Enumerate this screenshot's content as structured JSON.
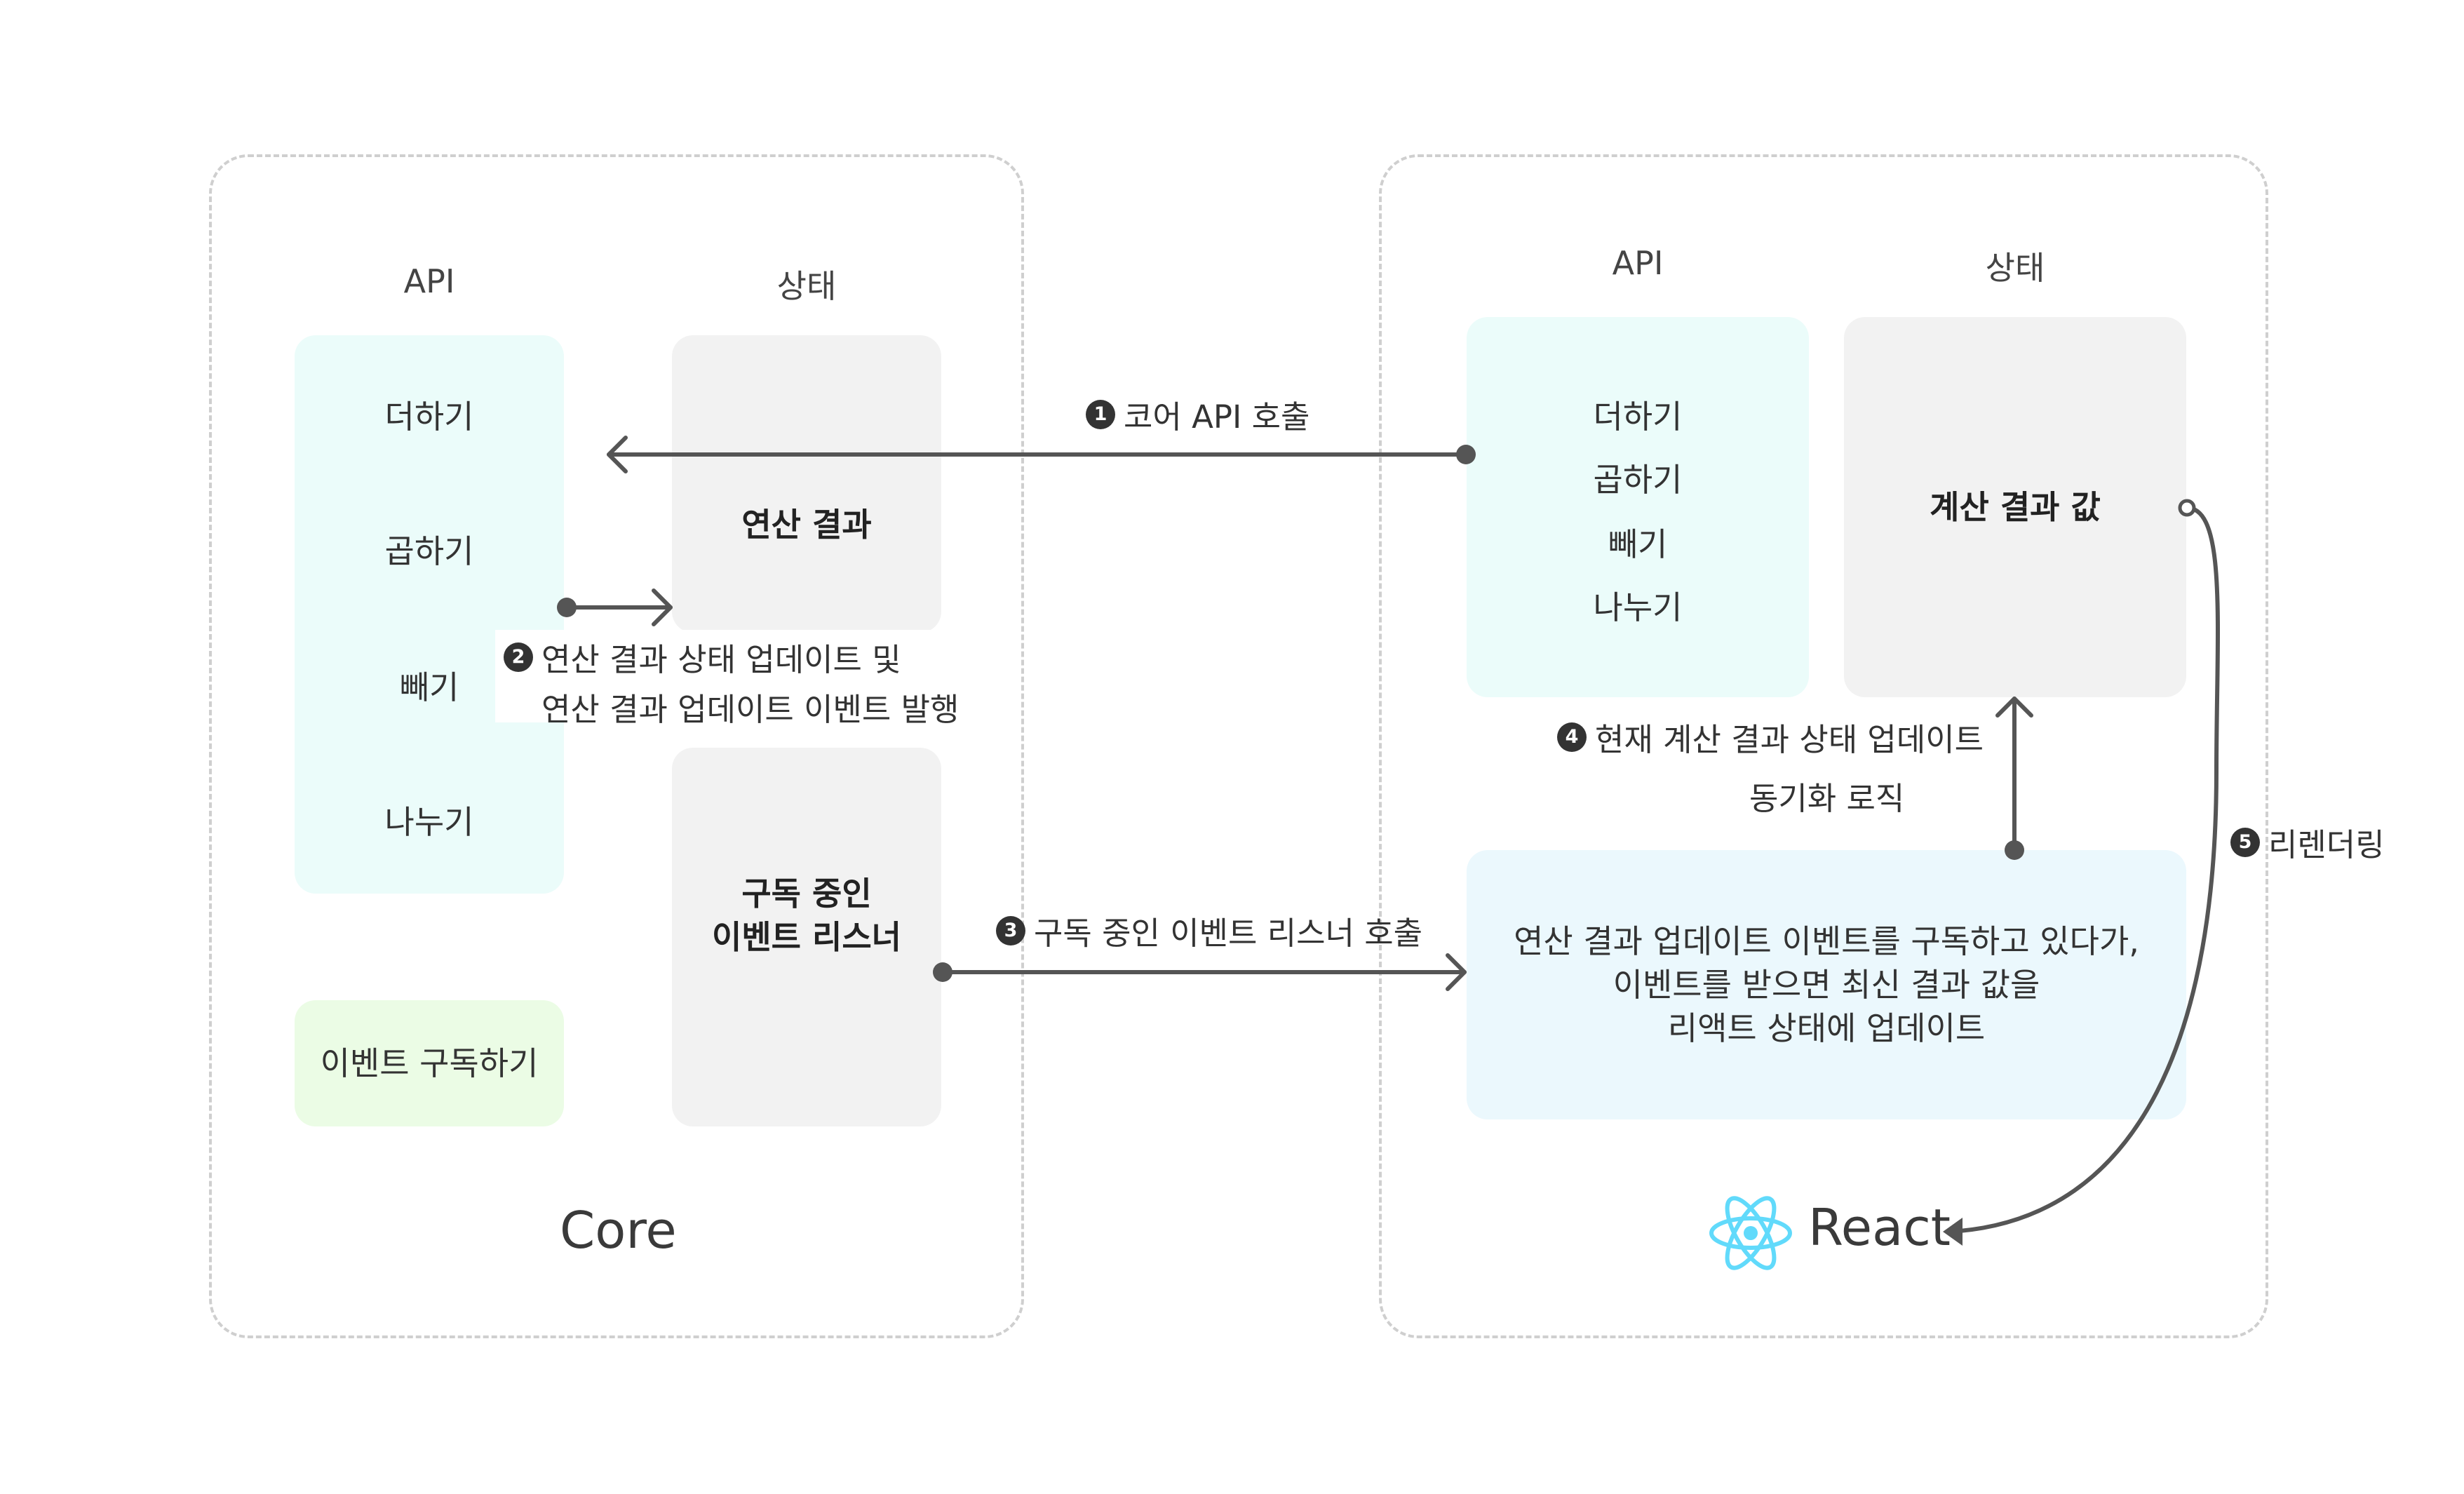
{
  "core": {
    "title": "Core",
    "api_header": "API",
    "state_header": "상태",
    "api_items": [
      "더하기",
      "곱하기",
      "빼기",
      "나누기"
    ],
    "state_result": "연산 결과",
    "listeners_line1": "구독 중인",
    "listeners_line2": "이벤트 리스너",
    "subscribe_box": "이벤트 구독하기"
  },
  "react": {
    "title": "React",
    "api_header": "API",
    "state_header": "상태",
    "api_items": [
      "더하기",
      "곱하기",
      "빼기",
      "나누기"
    ],
    "state_value": "계산 결과 값",
    "sync_label": "동기화 로직",
    "sync_line1": "연산 결과 업데이트 이벤트를 구독하고 있다가,",
    "sync_line2": "이벤트를 받으면 최신 결과 값을",
    "sync_line3": "리액트 상태에 업데이트",
    "logo_icon": "react-logo-icon",
    "logo_color": "#61dafb"
  },
  "steps": [
    {
      "num": "1",
      "text": "코어 API 호출"
    },
    {
      "num": "2",
      "text_line1": "연산 결과 상태 업데이트 및",
      "text_line2": "연산 결과 업데이트 이벤트 발행"
    },
    {
      "num": "3",
      "text": "구독 중인 이벤트 리스너 호출"
    },
    {
      "num": "4",
      "text": "현재 계산 결과 상태 업데이트"
    },
    {
      "num": "5",
      "text": "리렌더링"
    }
  ],
  "colors": {
    "api_bg": "#ebfcfa",
    "state_bg": "#f2f2f2",
    "subscribe_bg": "#ebfce5",
    "sync_bg": "#ebf8fd",
    "arrow": "#555555"
  }
}
